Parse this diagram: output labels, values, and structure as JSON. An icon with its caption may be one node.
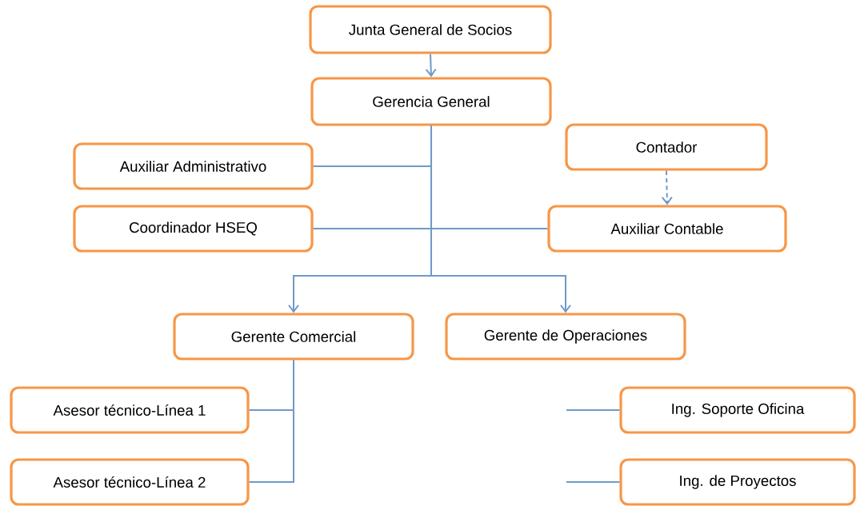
{
  "diagram": {
    "nodes": [
      {
        "text": [
          "Junta General de Socios"
        ]
      },
      {
        "text": [
          "Gerencia General"
        ]
      },
      {
        "text": [
          "Auxiliar  Administrativo"
        ]
      },
      {
        "text": [
          "Contador"
        ]
      },
      {
        "text": [
          "Coordinador HSEQ"
        ]
      },
      {
        "text": [
          "Auxiliar  Contable"
        ]
      },
      {
        "text": [
          "Gerente Comercial"
        ]
      },
      {
        "text": [
          "Gerente de Operaciones"
        ]
      },
      {
        "text": [
          "Asesor técnico-Línea 1"
        ]
      },
      {
        "text": [
          "Ing. Soporte Oficina"
        ]
      },
      {
        "text": [
          "Asesor técnico-Línea 2"
        ]
      },
      {
        "text": [
          "Ing. de Proyectos"
        ]
      }
    ],
    "edges": [
      {
        "from": 0,
        "to": 1,
        "arrow": "to"
      },
      {
        "from": 1,
        "to": 2,
        "arrow": "none"
      },
      {
        "from": 1,
        "to": 4,
        "arrow": "none"
      },
      {
        "from": 1,
        "to": 5,
        "arrow": "none"
      },
      {
        "from": 3,
        "to": 5,
        "arrow": "to",
        "style": "dashed"
      },
      {
        "from": 1,
        "to": 6,
        "arrow": "to"
      },
      {
        "from": 1,
        "to": 7,
        "arrow": "to"
      },
      {
        "from": 6,
        "to": 8,
        "arrow": "none"
      },
      {
        "from": 6,
        "to": 10,
        "arrow": "none"
      },
      {
        "from": null,
        "to": 9,
        "arrow": "none"
      },
      {
        "from": null,
        "to": 11,
        "arrow": "none"
      }
    ]
  }
}
